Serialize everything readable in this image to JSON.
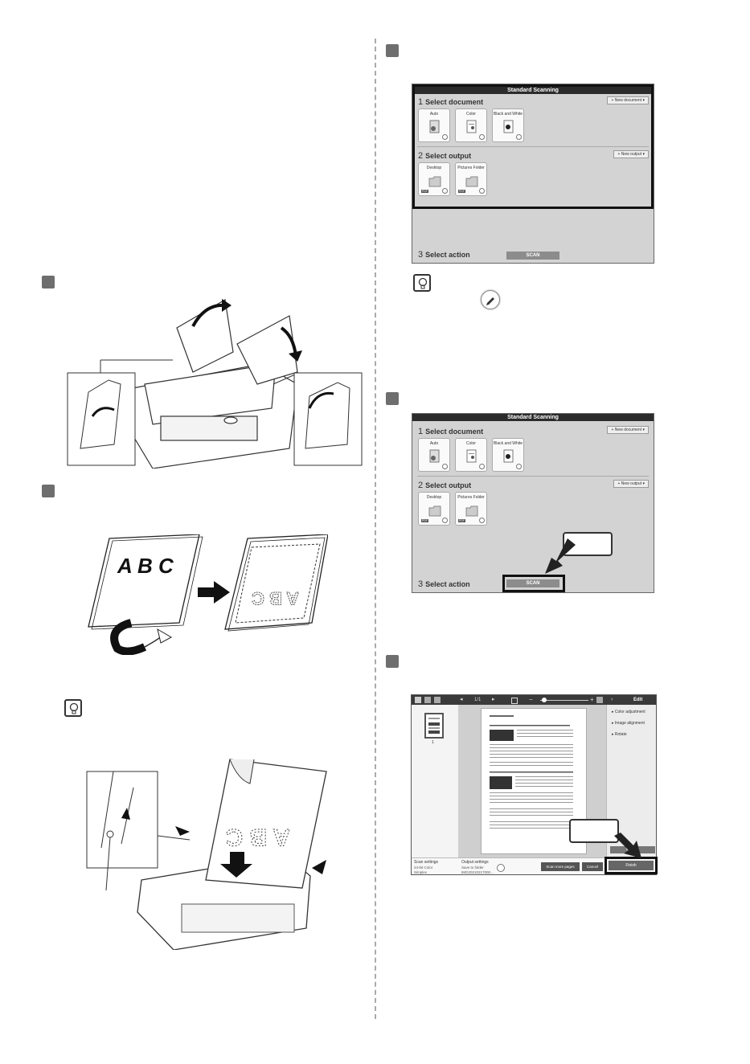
{
  "standard_scanning_1": {
    "title": "Standard Scanning",
    "select_document": {
      "num": "1",
      "label": "Select document",
      "button": "+ New document ▾"
    },
    "documents": [
      "Auto",
      "Color",
      "Black and White"
    ],
    "select_output": {
      "num": "2",
      "label": "Select output",
      "button": "+ New output ▾"
    },
    "outputs": [
      "Desktop",
      "Pictures Folder"
    ],
    "pdf_badge": "PDF",
    "select_action": {
      "num": "3",
      "label": "Select action"
    },
    "scan_button": "SCAN"
  },
  "standard_scanning_2": {
    "title": "Standard Scanning",
    "select_document": {
      "num": "1",
      "label": "Select document",
      "button": "+ New document ▾"
    },
    "documents": [
      "Auto",
      "Color",
      "Black and White"
    ],
    "select_output": {
      "num": "2",
      "label": "Select output",
      "button": "+ New output ▾"
    },
    "outputs": [
      "Desktop",
      "Pictures Folder"
    ],
    "pdf_badge": "PDF",
    "select_action": {
      "num": "3",
      "label": "Select action"
    },
    "scan_button": "SCAN"
  },
  "viewer": {
    "page_counter": "1/1",
    "thumb_number": "1",
    "edit_label": "Edit",
    "edit_items": [
      "Color adjustment",
      "Image alignment",
      "Rotate"
    ],
    "scan_settings_label": "Scan settings",
    "scan_settings_values": [
      "24-bit Color",
      "Simplex"
    ],
    "output_settings_label": "Output settings",
    "output_settings_values": [
      "Save to folder",
      "IMG20210217000..."
    ],
    "scan_more_button": "Scan more pages",
    "cancel_button": "Cancel",
    "finish_button": "Finish",
    "add_page_button": "to page"
  },
  "illustration_text": {
    "abc": "A B C"
  }
}
